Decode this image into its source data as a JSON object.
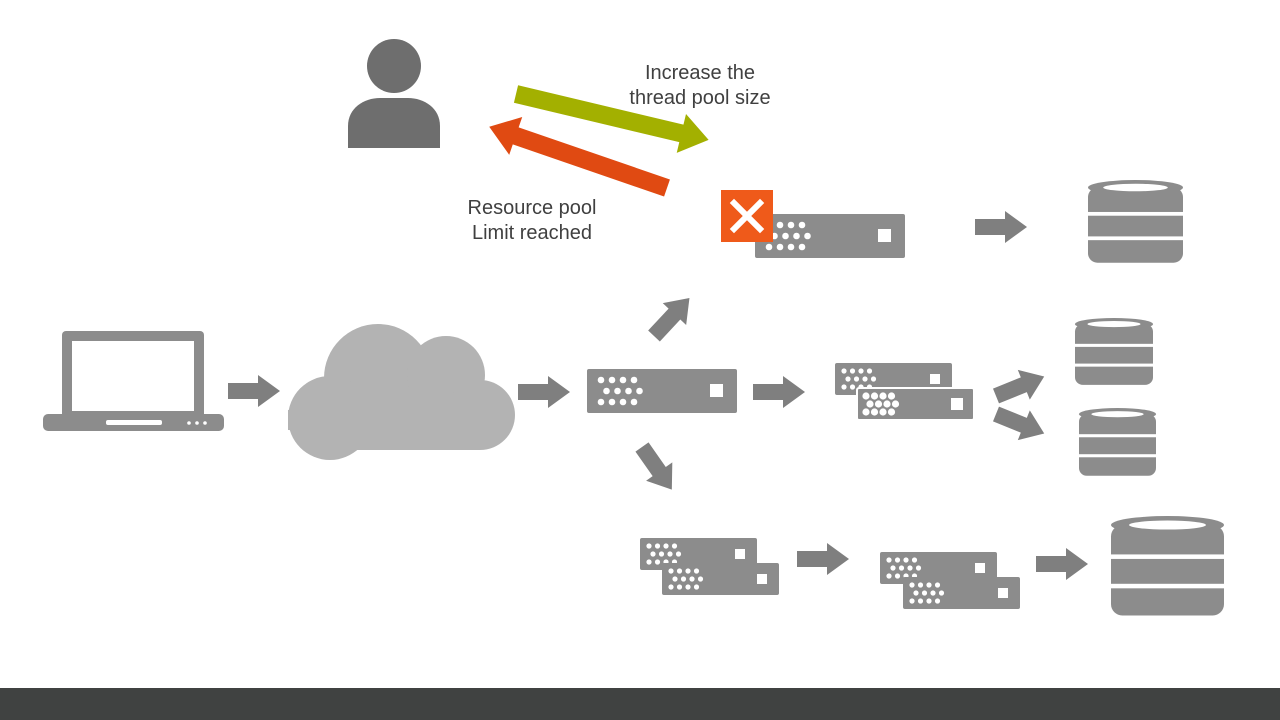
{
  "annotations": {
    "increase_pool": {
      "line1": "Increase the",
      "line2": "thread pool size",
      "arrow_color": "#a3b000"
    },
    "pool_limit": {
      "line1": "Resource pool",
      "line2": "Limit reached",
      "arrow_color": "#e04a12"
    }
  },
  "colors": {
    "icon_gray": "#8c8c8c",
    "person_gray": "#6e6e6e",
    "cloud_gray": "#b3b3b3",
    "arrow_gray": "#7f7f7f",
    "error_orange": "#ef5a1a",
    "footer": "#404241",
    "background": "#ffffff"
  },
  "icons": {
    "client": "laptop-icon",
    "user": "person-icon",
    "network": "cloud-icon",
    "server": "server-icon",
    "database": "database-icon",
    "error": "error-x-icon"
  }
}
